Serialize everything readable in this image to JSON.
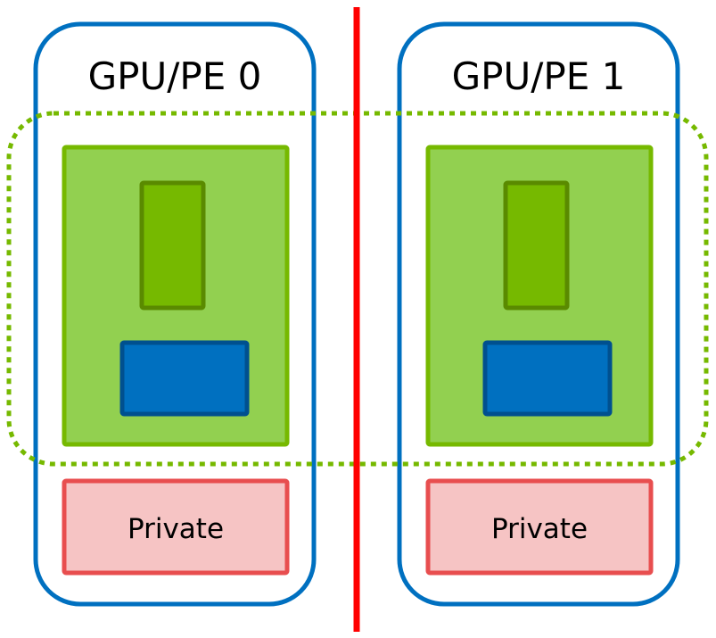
{
  "diagram": {
    "pes": [
      {
        "title": "GPU/PE 0",
        "private_label": "Private"
      },
      {
        "title": "GPU/PE 1",
        "private_label": "Private"
      }
    ],
    "colors": {
      "pe_border": "#0070c0",
      "divider": "#ff0000",
      "shared_region_border": "#76b900",
      "heap_fill": "#92d050",
      "heap_border": "#76b900",
      "green_block_fill": "#76b900",
      "green_block_border": "#5a8a00",
      "blue_block_fill": "#0070c0",
      "blue_block_border": "#00508f",
      "private_fill": "#f6c4c4",
      "private_border": "#e84e4f"
    }
  }
}
